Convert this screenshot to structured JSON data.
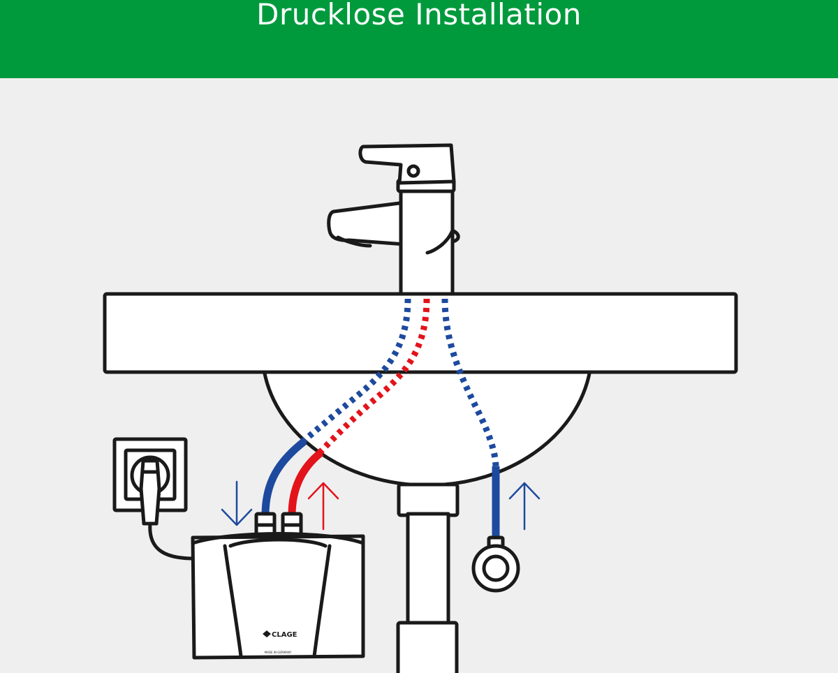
{
  "header": {
    "title": "Drucklose Installation"
  },
  "heater": {
    "logo": "CLAGE",
    "made_in": "MADE IN GERMANY"
  },
  "colors": {
    "header_bg": "#009a3d",
    "background": "#efefef",
    "cold_water": "#1d4a9e",
    "hot_water": "#e3131b",
    "outline": "#1a1a1a"
  },
  "icons": [
    "faucet-icon",
    "socket-icon",
    "plug-icon",
    "flow-arrow-icon"
  ]
}
